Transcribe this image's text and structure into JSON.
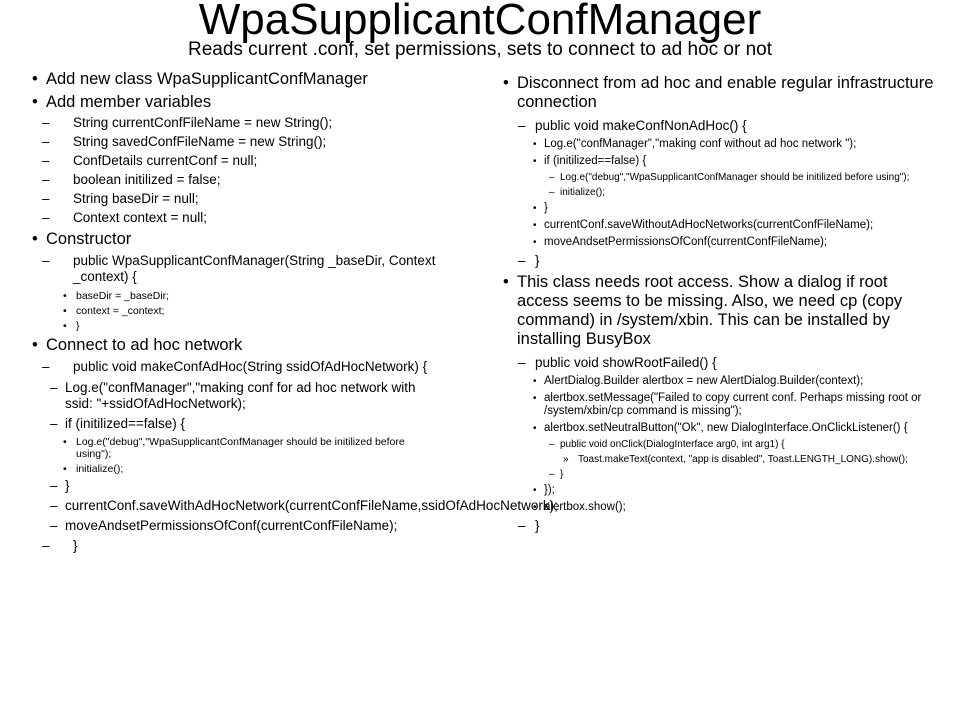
{
  "title": "WpaSupplicantConfManager",
  "subtitle": "Reads current .conf, set permissions, sets to connect to ad hoc or not",
  "left": {
    "b1": "Add new class WpaSupplicantConfManager",
    "b2": "Add member variables",
    "vars": [
      "String currentConfFileName = new String();",
      "String savedConfFileName = new String();",
      "ConfDetails currentConf = null;",
      "boolean initilized = false;",
      "String baseDir = null;",
      "Context context = null;"
    ],
    "b3": "Constructor",
    "ctor_sig": "public WpaSupplicantConfManager(String _baseDir, Context _context) {",
    "ctor_body": [
      "baseDir = _baseDir;",
      "context = _context;",
      "}"
    ],
    "b4": "Connect to ad hoc network",
    "adhoc_sig": "public void makeConfAdHoc(String ssidOfAdHocNetwork) {",
    "adhoc_log": "Log.e(\"confManager\",\"making  conf for ad hoc network with ssid: \"+ssidOfAdHocNetwork);",
    "adhoc_if": "if (initilized==false) {",
    "adhoc_if_body": [
      "Log.e(\"debug\",\"WpaSupplicantConfManager should be initilized before using\");",
      "initialize();"
    ],
    "adhoc_close_if": "}",
    "adhoc_save": "currentConf.saveWithAdHocNetwork(currentConfFileName,ssidOfAdHocNetwork);",
    "adhoc_move": "moveAndsetPermissionsOfConf(currentConfFileName);",
    "adhoc_close": "}"
  },
  "right": {
    "b1": "Disconnect from ad hoc and enable regular infrastructure connection",
    "non_sig": "public void makeConfNonAdHoc() {",
    "non_log": "Log.e(\"confManager\",\"making conf without ad hoc network \");",
    "non_if": "if (initilized==false) {",
    "non_if_body": [
      "Log.e(\"debug\",\"WpaSupplicantConfManager  should be initilized before using\");",
      "initialize();"
    ],
    "non_close_if": "}",
    "non_save": "currentConf.saveWithoutAdHocNetworks(currentConfFileName);",
    "non_move": "moveAndsetPermissionsOfConf(currentConfFileName);",
    "non_close": "}",
    "b2": "This class needs root access. Show a dialog if root access seems to be missing. Also, we need cp (copy command) in /system/xbin. This can be installed by installing BusyBox",
    "root_sig": "public void showRootFailed() {",
    "root_builder": "AlertDialog.Builder alertbox = new AlertDialog.Builder(context);",
    "root_msg": "alertbox.setMessage(\"Failed to copy current conf. Perhaps missing root or /system/xbin/cp command is missing\");",
    "root_btn": "alertbox.setNeutralButton(\"Ok\", new DialogInterface.OnClickListener() {",
    "root_onclick": "public void onClick(DialogInterface arg0, int arg1) {",
    "root_toast": "Toast.makeText(context, \"app is disabled\", Toast.LENGTH_LONG).show();",
    "root_close_onclick": "}",
    "root_close_btn": "});",
    "root_show": "alertbox.show();",
    "root_close": "}"
  }
}
